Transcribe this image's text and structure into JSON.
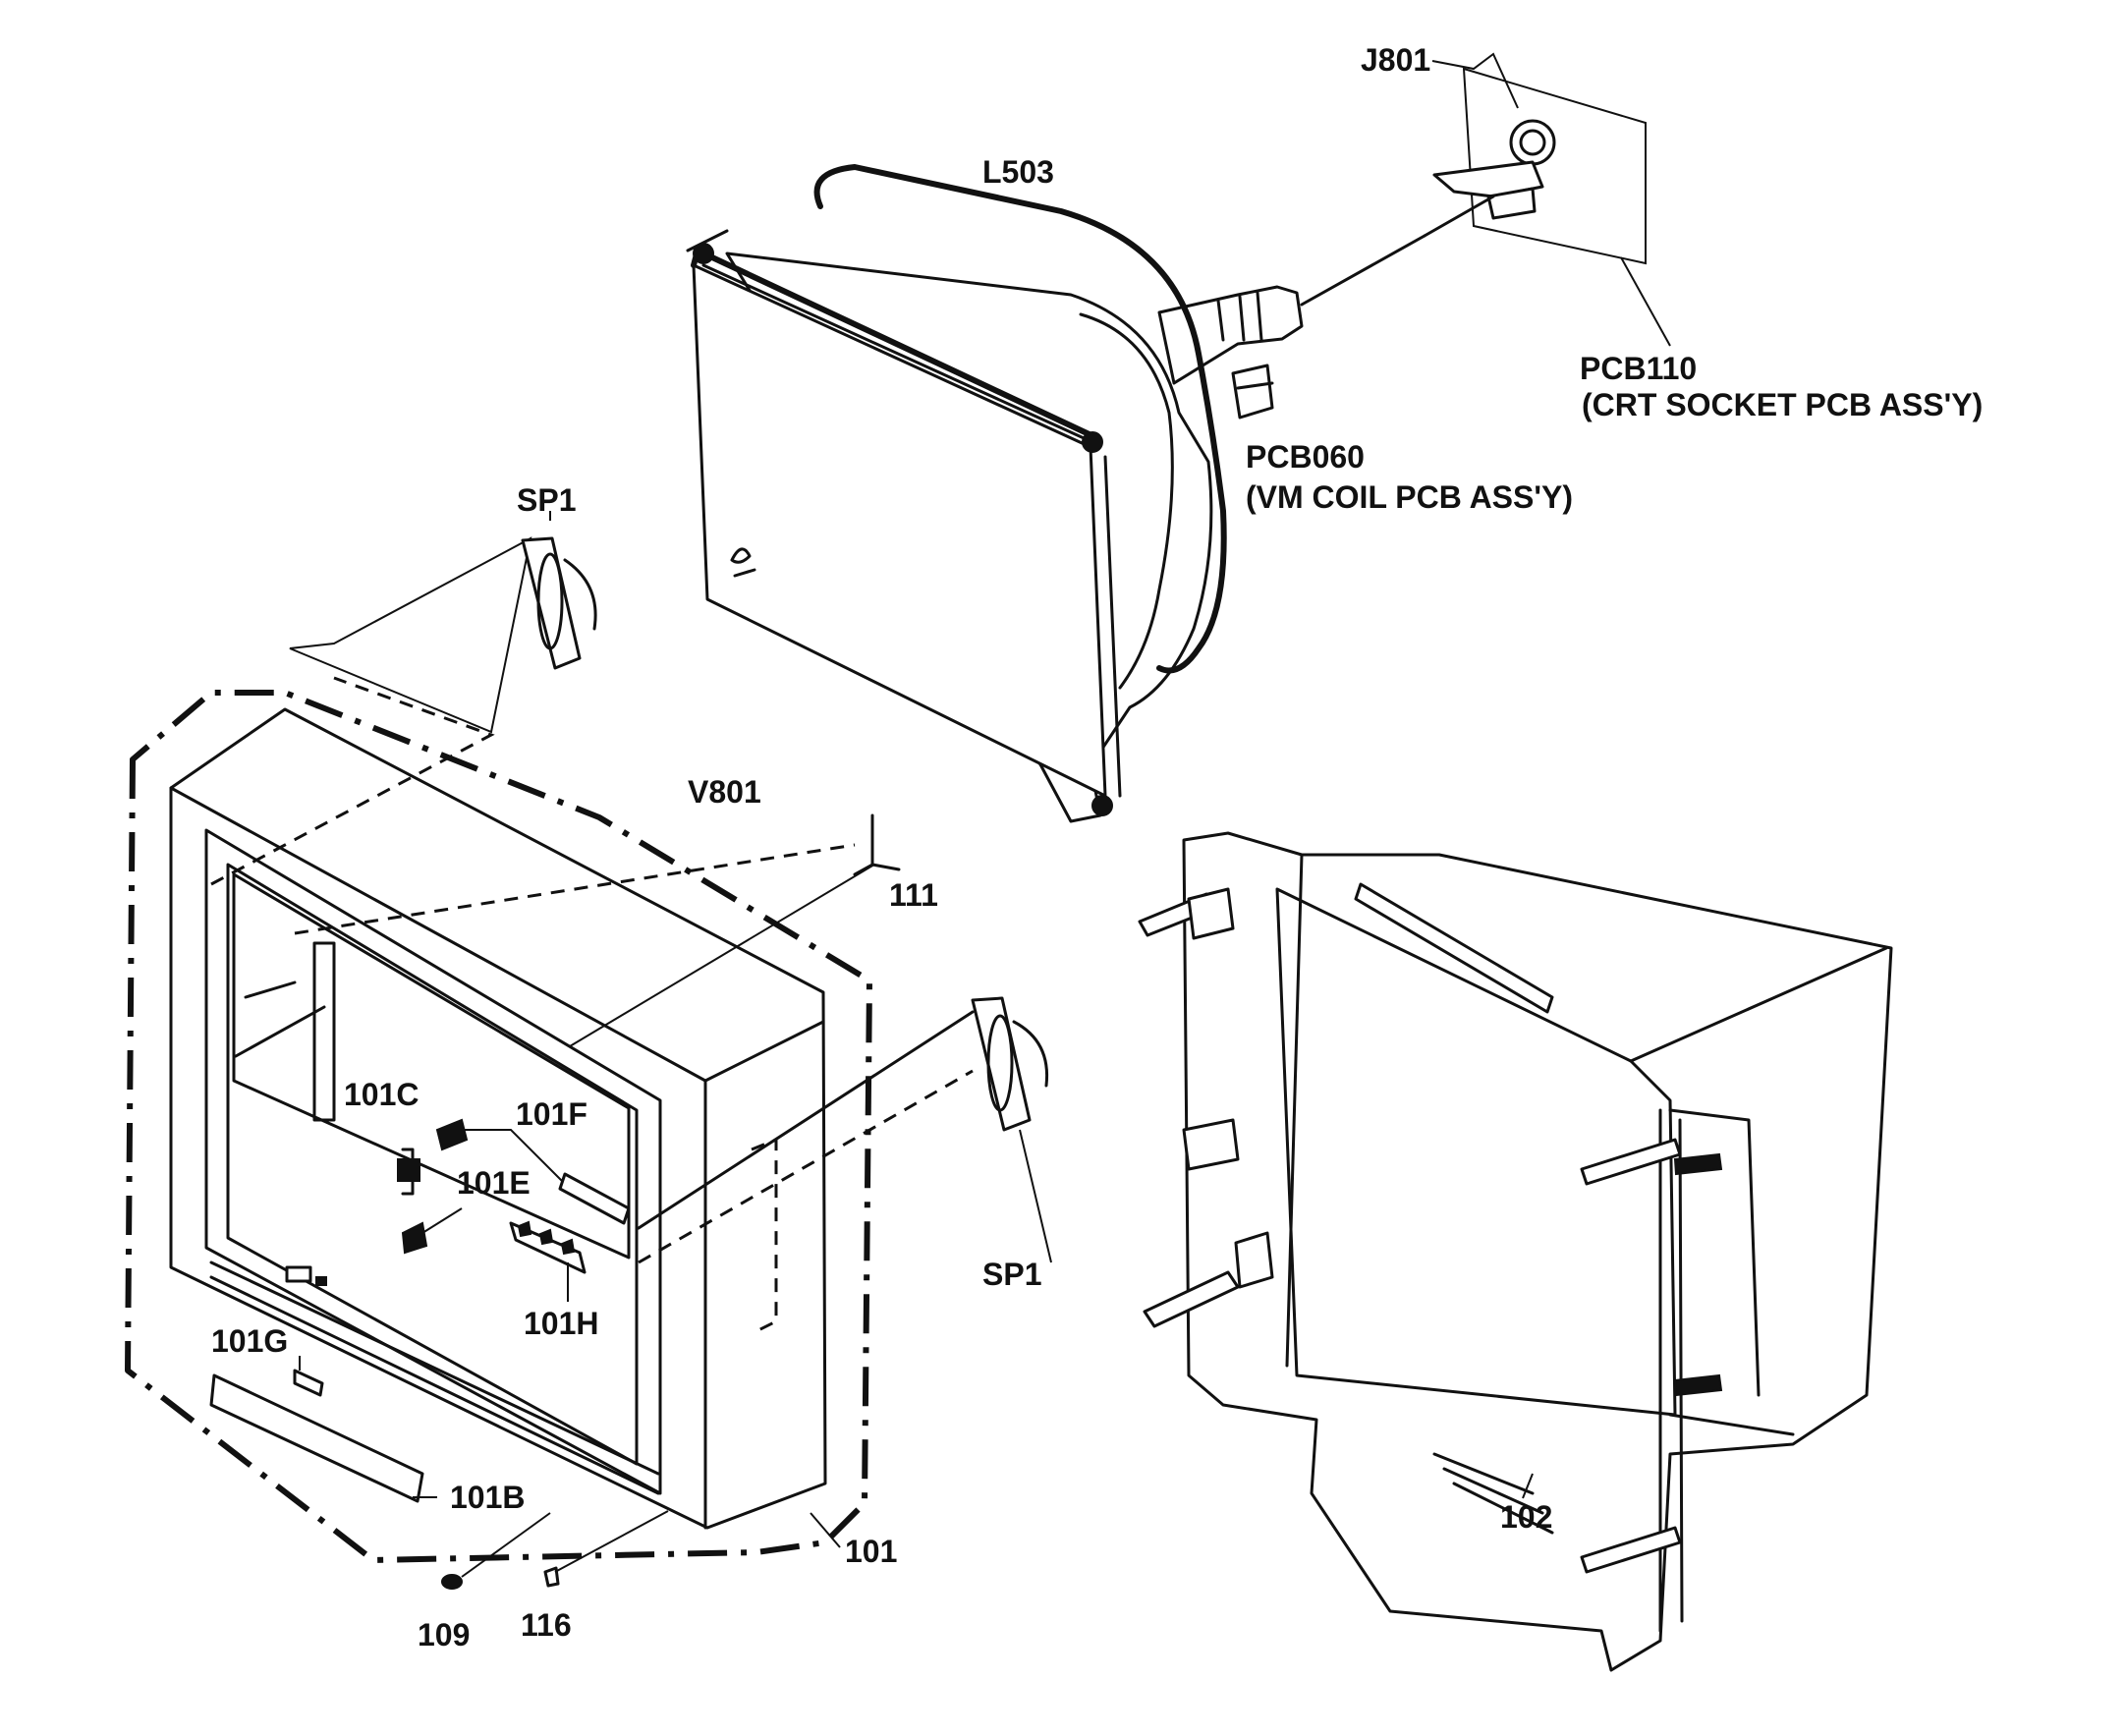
{
  "labels": {
    "j801": "J801",
    "l503": "L503",
    "pcb110": "PCB110",
    "pcb110_desc": "(CRT SOCKET PCB ASS'Y)",
    "pcb060": "PCB060",
    "pcb060_desc": "(VM COIL PCB ASS'Y)",
    "sp1_top": "SP1",
    "sp1_right": "SP1",
    "v801": "V801",
    "p111": "111",
    "p101c": "101C",
    "p101f": "101F",
    "p101e": "101E",
    "p101h": "101H",
    "p101g": "101G",
    "p101b": "101B",
    "p101": "101",
    "p109": "109",
    "p116": "116",
    "p102": "102"
  }
}
